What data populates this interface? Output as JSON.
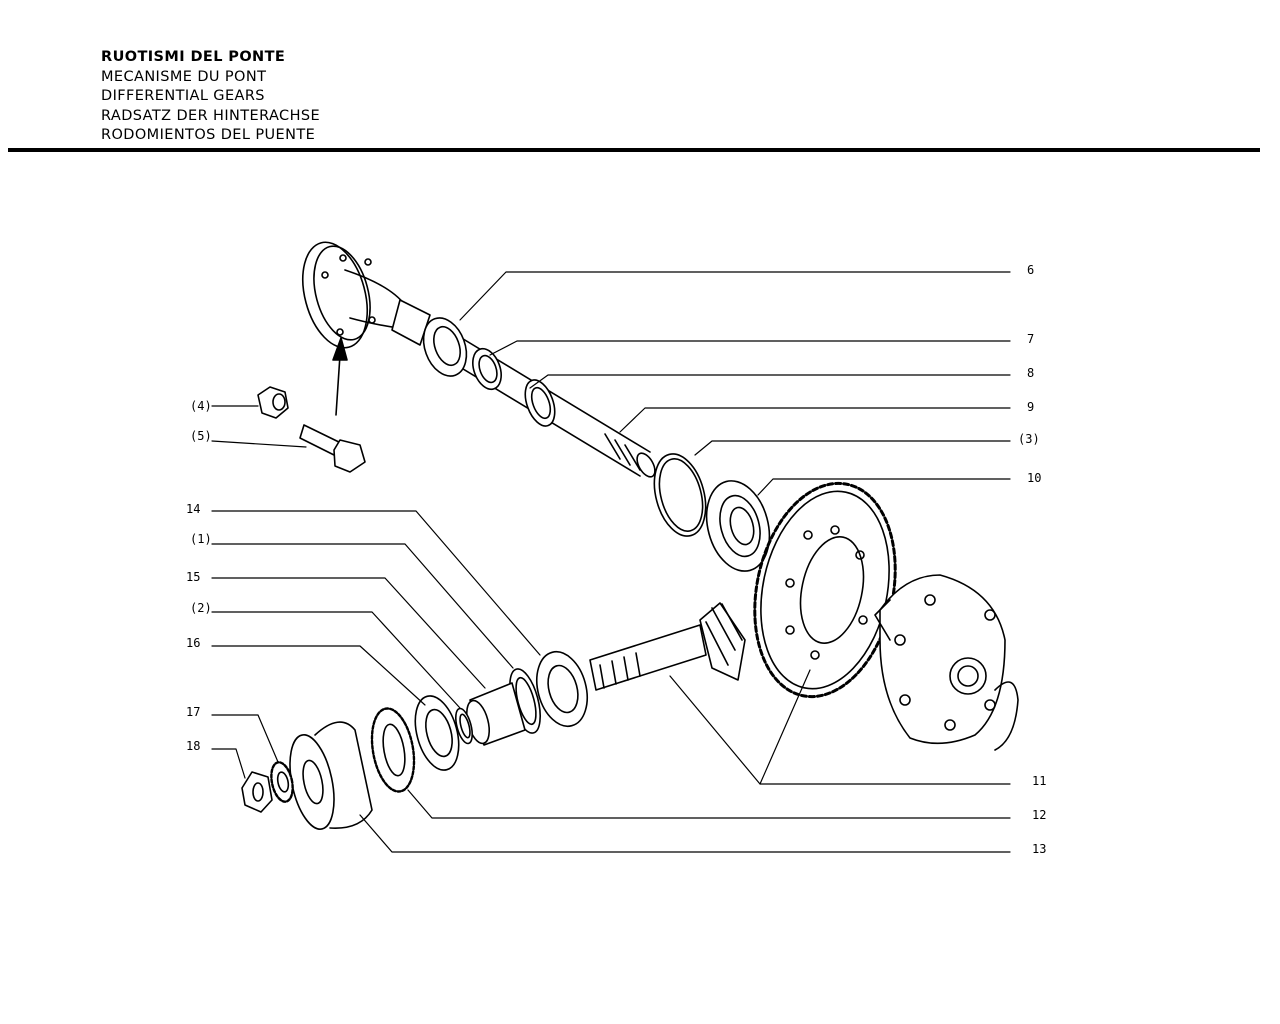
{
  "header": {
    "titles": [
      "RUOTISMI DEL PONTE",
      "MECANISME DU PONT",
      "DIFFERENTIAL GEARS",
      "RADSATZ DER HINTERACHSE",
      "RODOMIENTOS DEL PUENTE"
    ]
  },
  "callouts": {
    "c6": "6",
    "c7": "7",
    "c8": "8",
    "c9": "9",
    "c3": "(3)",
    "c10": "10",
    "c11": "11",
    "c12": "12",
    "c13": "13",
    "c4": "(4)",
    "c5": "(5)",
    "c14": "14",
    "c1": "(1)",
    "c15": "15",
    "c2": "(2)",
    "c16": "16",
    "c17": "17",
    "c18": "18"
  }
}
